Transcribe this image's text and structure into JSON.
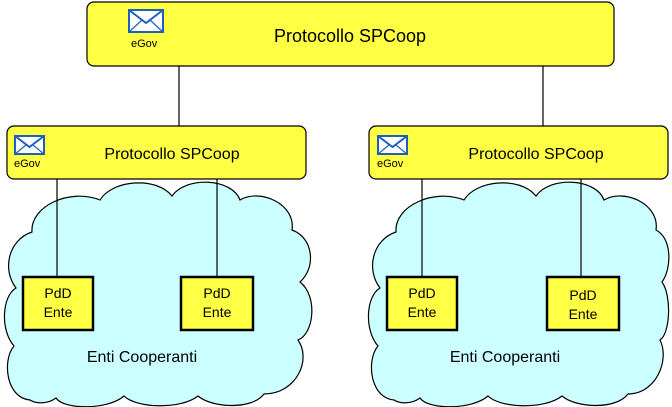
{
  "top_node": {
    "title": "Protocollo SPCoop",
    "icon_label": "eGov",
    "icon": "envelope-icon"
  },
  "domains": [
    {
      "node": {
        "title": "Protocollo SPCoop",
        "icon_label": "eGov",
        "icon": "envelope-icon"
      },
      "cloud_label": "Enti Cooperanti",
      "endpoints": [
        {
          "line1": "PdD",
          "line2": "Ente"
        },
        {
          "line1": "PdD",
          "line2": "Ente"
        }
      ]
    },
    {
      "node": {
        "title": "Protocollo SPCoop",
        "icon_label": "eGov",
        "icon": "envelope-icon"
      },
      "cloud_label": "Enti Cooperanti",
      "endpoints": [
        {
          "line1": "PdD",
          "line2": "Ente"
        },
        {
          "line1": "PdD",
          "line2": "Ente"
        }
      ]
    }
  ],
  "colors": {
    "node_fill": "#ffff44",
    "cloud_fill": "#ccffff",
    "stroke": "#000000",
    "icon_blue": "#1f5fbf"
  }
}
